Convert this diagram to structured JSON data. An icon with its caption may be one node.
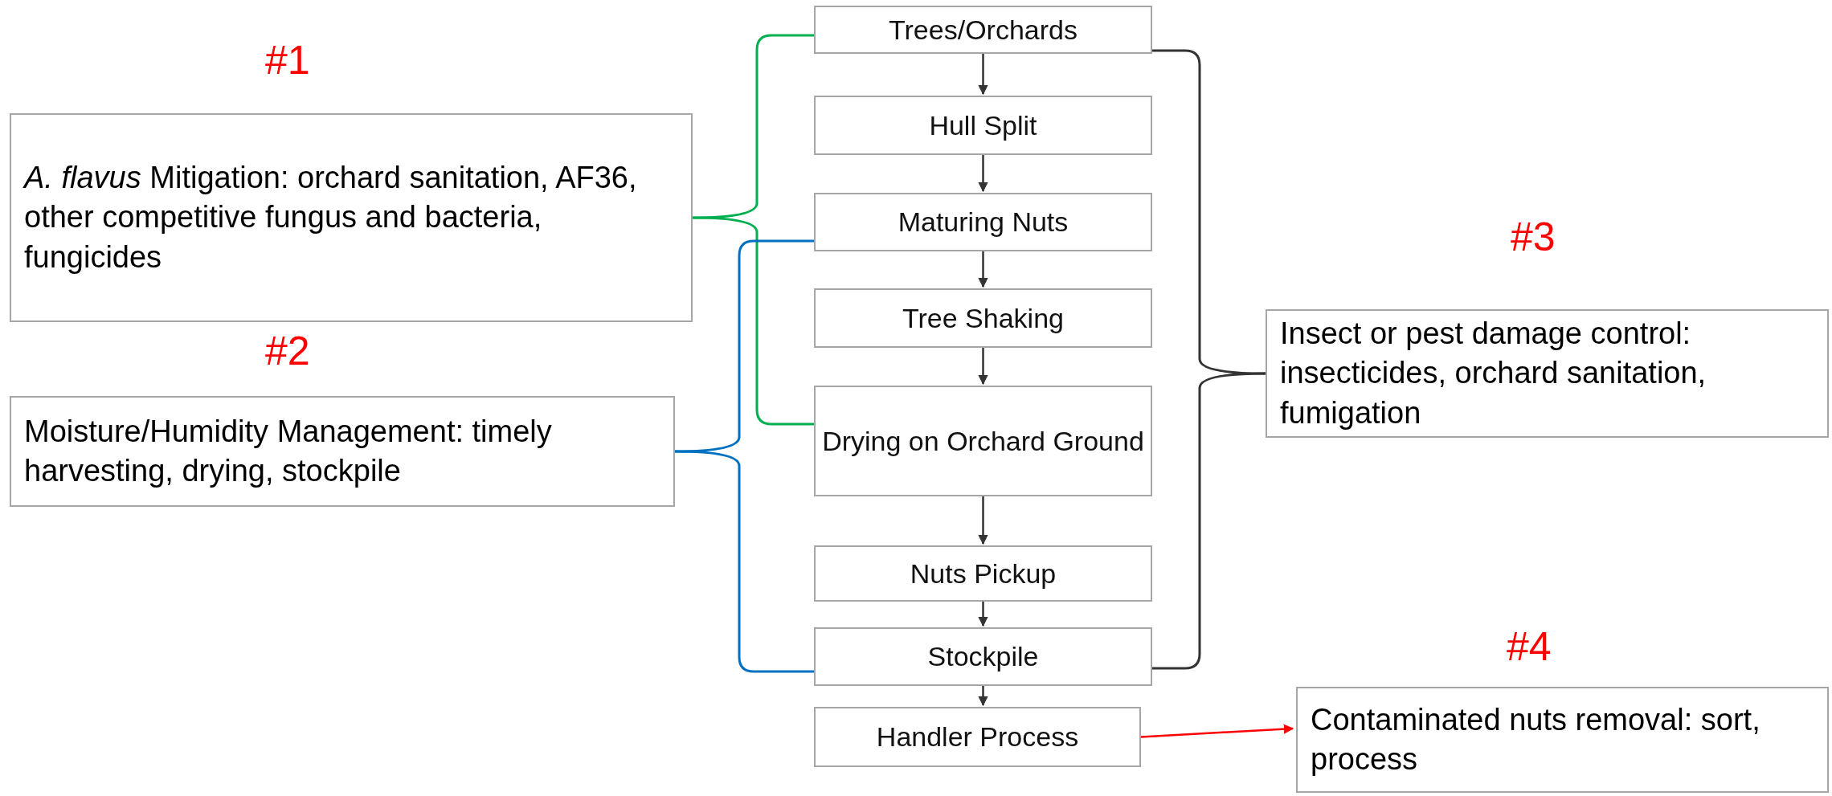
{
  "diagram": {
    "nodes": [
      {
        "text": [
          "*A. flavus* Mitigation: orchard sanitation, AF36, other competitive fungus and bacteria, fungicides"
        ]
      },
      {
        "text": [
          "Moisture/Humidity Management: timely harvesting, drying, stockpile"
        ]
      },
      {
        "text": [
          "Trees/Orchards"
        ]
      },
      {
        "text": [
          "Hull Split"
        ]
      },
      {
        "text": [
          "Maturing Nuts"
        ]
      },
      {
        "text": [
          "Tree Shaking"
        ]
      },
      {
        "text": [
          "Drying on Orchard Ground"
        ]
      },
      {
        "text": [
          "Nuts Pickup"
        ]
      },
      {
        "text": [
          "Stockpile"
        ]
      },
      {
        "text": [
          "Handler Process"
        ]
      },
      {
        "text": [
          "Insect or pest damage control: insecticides, orchard sanitation, fumigation"
        ]
      },
      {
        "text": [
          "Contaminated nuts removal: sort, process"
        ]
      }
    ],
    "edges": [
      {
        "from": 2,
        "to": 3,
        "arrow": "to"
      },
      {
        "from": 3,
        "to": 4,
        "arrow": "to"
      },
      {
        "from": 4,
        "to": 5,
        "arrow": "to"
      },
      {
        "from": 5,
        "to": 6,
        "arrow": "to"
      },
      {
        "from": 6,
        "to": 7,
        "arrow": "to"
      },
      {
        "from": 7,
        "to": 8,
        "arrow": "to"
      },
      {
        "from": 8,
        "to": 9,
        "arrow": "to"
      },
      {
        "from": 9,
        "to": 11,
        "arrow": "to",
        "color": "#ff0000"
      },
      {
        "from": 0,
        "to": 2,
        "arrow": "none",
        "color": "#00b050"
      },
      {
        "from": 0,
        "to": 6,
        "arrow": "none",
        "color": "#00b050"
      },
      {
        "from": 1,
        "to": 4,
        "arrow": "none",
        "color": "#0070c0"
      },
      {
        "from": 1,
        "to": 8,
        "arrow": "none",
        "color": "#0070c0"
      },
      {
        "from": 10,
        "to": 2,
        "arrow": "none"
      },
      {
        "from": 10,
        "to": 8,
        "arrow": "none"
      }
    ],
    "labels": [
      "#1",
      "#2",
      "#3",
      "#4"
    ]
  }
}
